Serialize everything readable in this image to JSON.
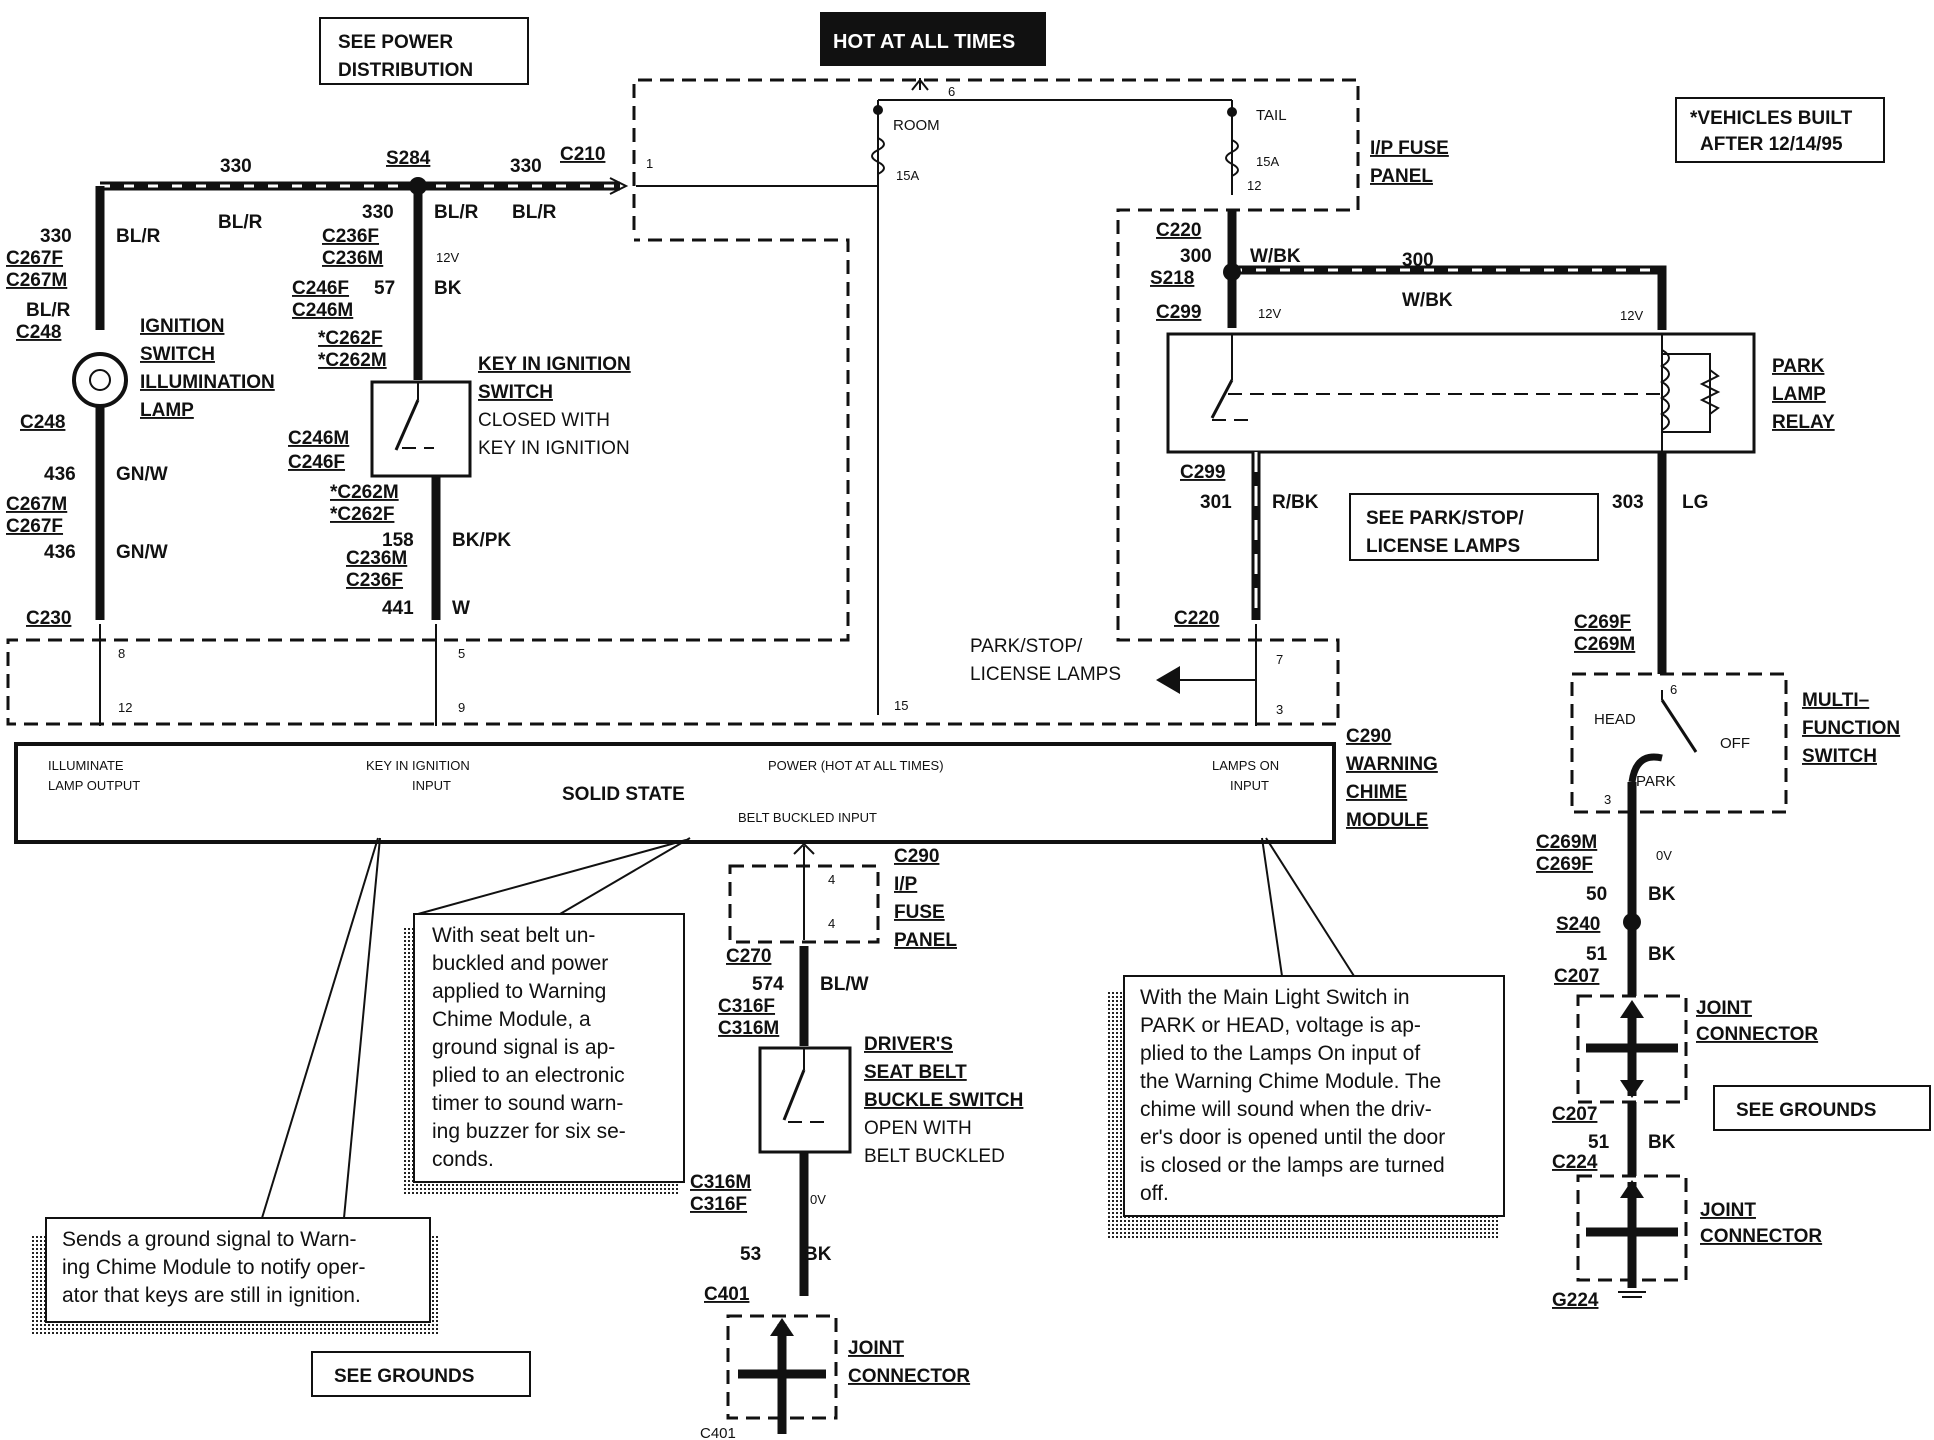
{
  "header": {
    "hot_at_all_times": "HOT AT ALL TIMES",
    "see_power_distribution_1": "SEE POWER",
    "see_power_distribution_2": "DISTRIBUTION",
    "vehicles_built_1": "*VEHICLES BUILT",
    "vehicles_built_2": "AFTER 12/14/95"
  },
  "fuse_panel": {
    "label_1": "I/P FUSE",
    "label_2": "PANEL",
    "room": "ROOM",
    "tail": "TAIL",
    "room_amp": "15A",
    "tail_amp": "15A",
    "pin_6": "6",
    "pin_1": "1",
    "pin_12": "12"
  },
  "left_circuit": {
    "w330a": "330",
    "s284": "S284",
    "w330b": "330",
    "c210": "C210",
    "blr_a": "BL/R",
    "blr_b": "BL/R",
    "blr_c": "BL/R",
    "c330": "330",
    "c267f": "C267F",
    "c267m": "C267M",
    "blr_d": "BL/R",
    "c248a": "C248",
    "lamp_1": "IGNITION",
    "lamp_2": "SWITCH",
    "lamp_3": "ILLUMINATION",
    "lamp_4": "LAMP",
    "c248b": "C248",
    "w436a": "436",
    "gnw_a": "GN/W",
    "c267m2": "C267M",
    "c267f2": "C267F",
    "w436b": "436",
    "gnw_b": "GN/W",
    "c230": "C230"
  },
  "key_circuit": {
    "w330": "330",
    "blr": "BL/R",
    "c236f": "C236F",
    "c236m": "C236M",
    "v12": "12V",
    "c246f": "C246F",
    "w57": "57",
    "bk": "BK",
    "c246m": "C246M",
    "c262f": "*C262F",
    "c262m": "*C262M",
    "switch_1": "KEY IN IGNITION",
    "switch_2": "SWITCH",
    "switch_3": "CLOSED WITH",
    "switch_4": "KEY IN IGNITION",
    "c246m2": "C246M",
    "c246f2": "C246F",
    "c262m2": "*C262M",
    "c262f2": "*C262F",
    "w158": "158",
    "bkpk": "BK/PK",
    "c236m2": "C236M",
    "c236f2": "C236F",
    "w441": "441",
    "w": "W"
  },
  "right_circuit": {
    "c220a": "C220",
    "w300a": "300",
    "wbk_a": "W/BK",
    "w300b": "300",
    "s218": "S218",
    "wbk_b": "W/BK",
    "c299a": "C299",
    "v12a": "12V",
    "v12b": "12V",
    "relay_1": "PARK",
    "relay_2": "LAMP",
    "relay_3": "RELAY",
    "c299b": "C299",
    "w301": "301",
    "rbk": "R/BK",
    "see_pstl_1": "SEE PARK/STOP/",
    "see_pstl_2": "LICENSE LAMPS",
    "w303": "303",
    "lg": "LG",
    "c220b": "C220",
    "pstl_1": "PARK/STOP/",
    "pstl_2": "LICENSE LAMPS",
    "c269f": "C269F",
    "c269m": "C269M",
    "mfs_1": "MULTI–",
    "mfs_2": "FUNCTION",
    "mfs_3": "SWITCH",
    "head": "HEAD",
    "off": "OFF",
    "park": "PARK",
    "pin_6": "6",
    "pin_3": "3",
    "c269m2": "C269M",
    "c269f2": "C269F",
    "v0": "0V",
    "w50": "50",
    "bk_a": "BK",
    "s240": "S240",
    "w51a": "51",
    "bk_b": "BK",
    "c207a": "C207",
    "joint_1": "JOINT",
    "joint_2": "CONNECTOR",
    "see_grounds": "SEE GROUNDS",
    "c207b": "C207",
    "w51b": "51",
    "bk_c": "BK",
    "c224": "C224",
    "joint2_1": "JOINT",
    "joint2_2": "CONNECTOR",
    "g224": "G224"
  },
  "module": {
    "illuminate_1": "ILLUMINATE",
    "illuminate_2": "LAMP OUTPUT",
    "key_1": "KEY IN IGNITION",
    "key_2": "INPUT",
    "solid_state": "SOLID  STATE",
    "power": "POWER (HOT AT ALL TIMES)",
    "belt": "BELT BUCKLED INPUT",
    "lamps_1": "LAMPS ON",
    "lamps_2": "INPUT",
    "c290": "C290",
    "name_1": "WARNING",
    "name_2": "CHIME",
    "name_3": "MODULE",
    "pin_8": "8",
    "pin_12": "12",
    "pin_5": "5",
    "pin_9": "9",
    "pin_15": "15",
    "pin_7": "7",
    "pin_3": "3"
  },
  "belt_circuit": {
    "c290": "C290",
    "fuse_1": "I/P",
    "fuse_2": "FUSE",
    "fuse_3": "PANEL",
    "pin_4a": "4",
    "pin_4b": "4",
    "c270": "C270",
    "w574": "574",
    "blw": "BL/W",
    "c316f": "C316F",
    "c316m": "C316M",
    "sw_1": "DRIVER'S",
    "sw_2": "SEAT BELT",
    "sw_3": "BUCKLE SWITCH",
    "sw_4": "OPEN WITH",
    "sw_5": "BELT BUCKLED",
    "c316m2": "C316M",
    "c316f2": "C316F",
    "v0": "0V",
    "w53": "53",
    "bk": "BK",
    "c401": "C401",
    "joint_1": "JOINT",
    "joint_2": "CONNECTOR",
    "c401b": "C401",
    "see_grounds": "SEE GROUNDS"
  },
  "notes": {
    "belt": [
      "With seat belt un-",
      "buckled and power",
      "applied to Warning",
      "Chime Module, a",
      "ground signal is ap-",
      "plied to an electronic",
      "timer to sound warn-",
      "ing buzzer for six se-",
      "conds."
    ],
    "key": [
      "Sends a ground signal to Warn-",
      "ing Chime Module to notify oper-",
      "ator that keys are still in ignition."
    ],
    "lamps": [
      "With the Main Light Switch in",
      "PARK or HEAD, voltage is ap-",
      "plied to the Lamps On input of",
      "the Warning Chime Module. The",
      "chime will sound when the driv-",
      "er's door is opened until the door",
      "is closed or the lamps are turned",
      "off."
    ]
  }
}
